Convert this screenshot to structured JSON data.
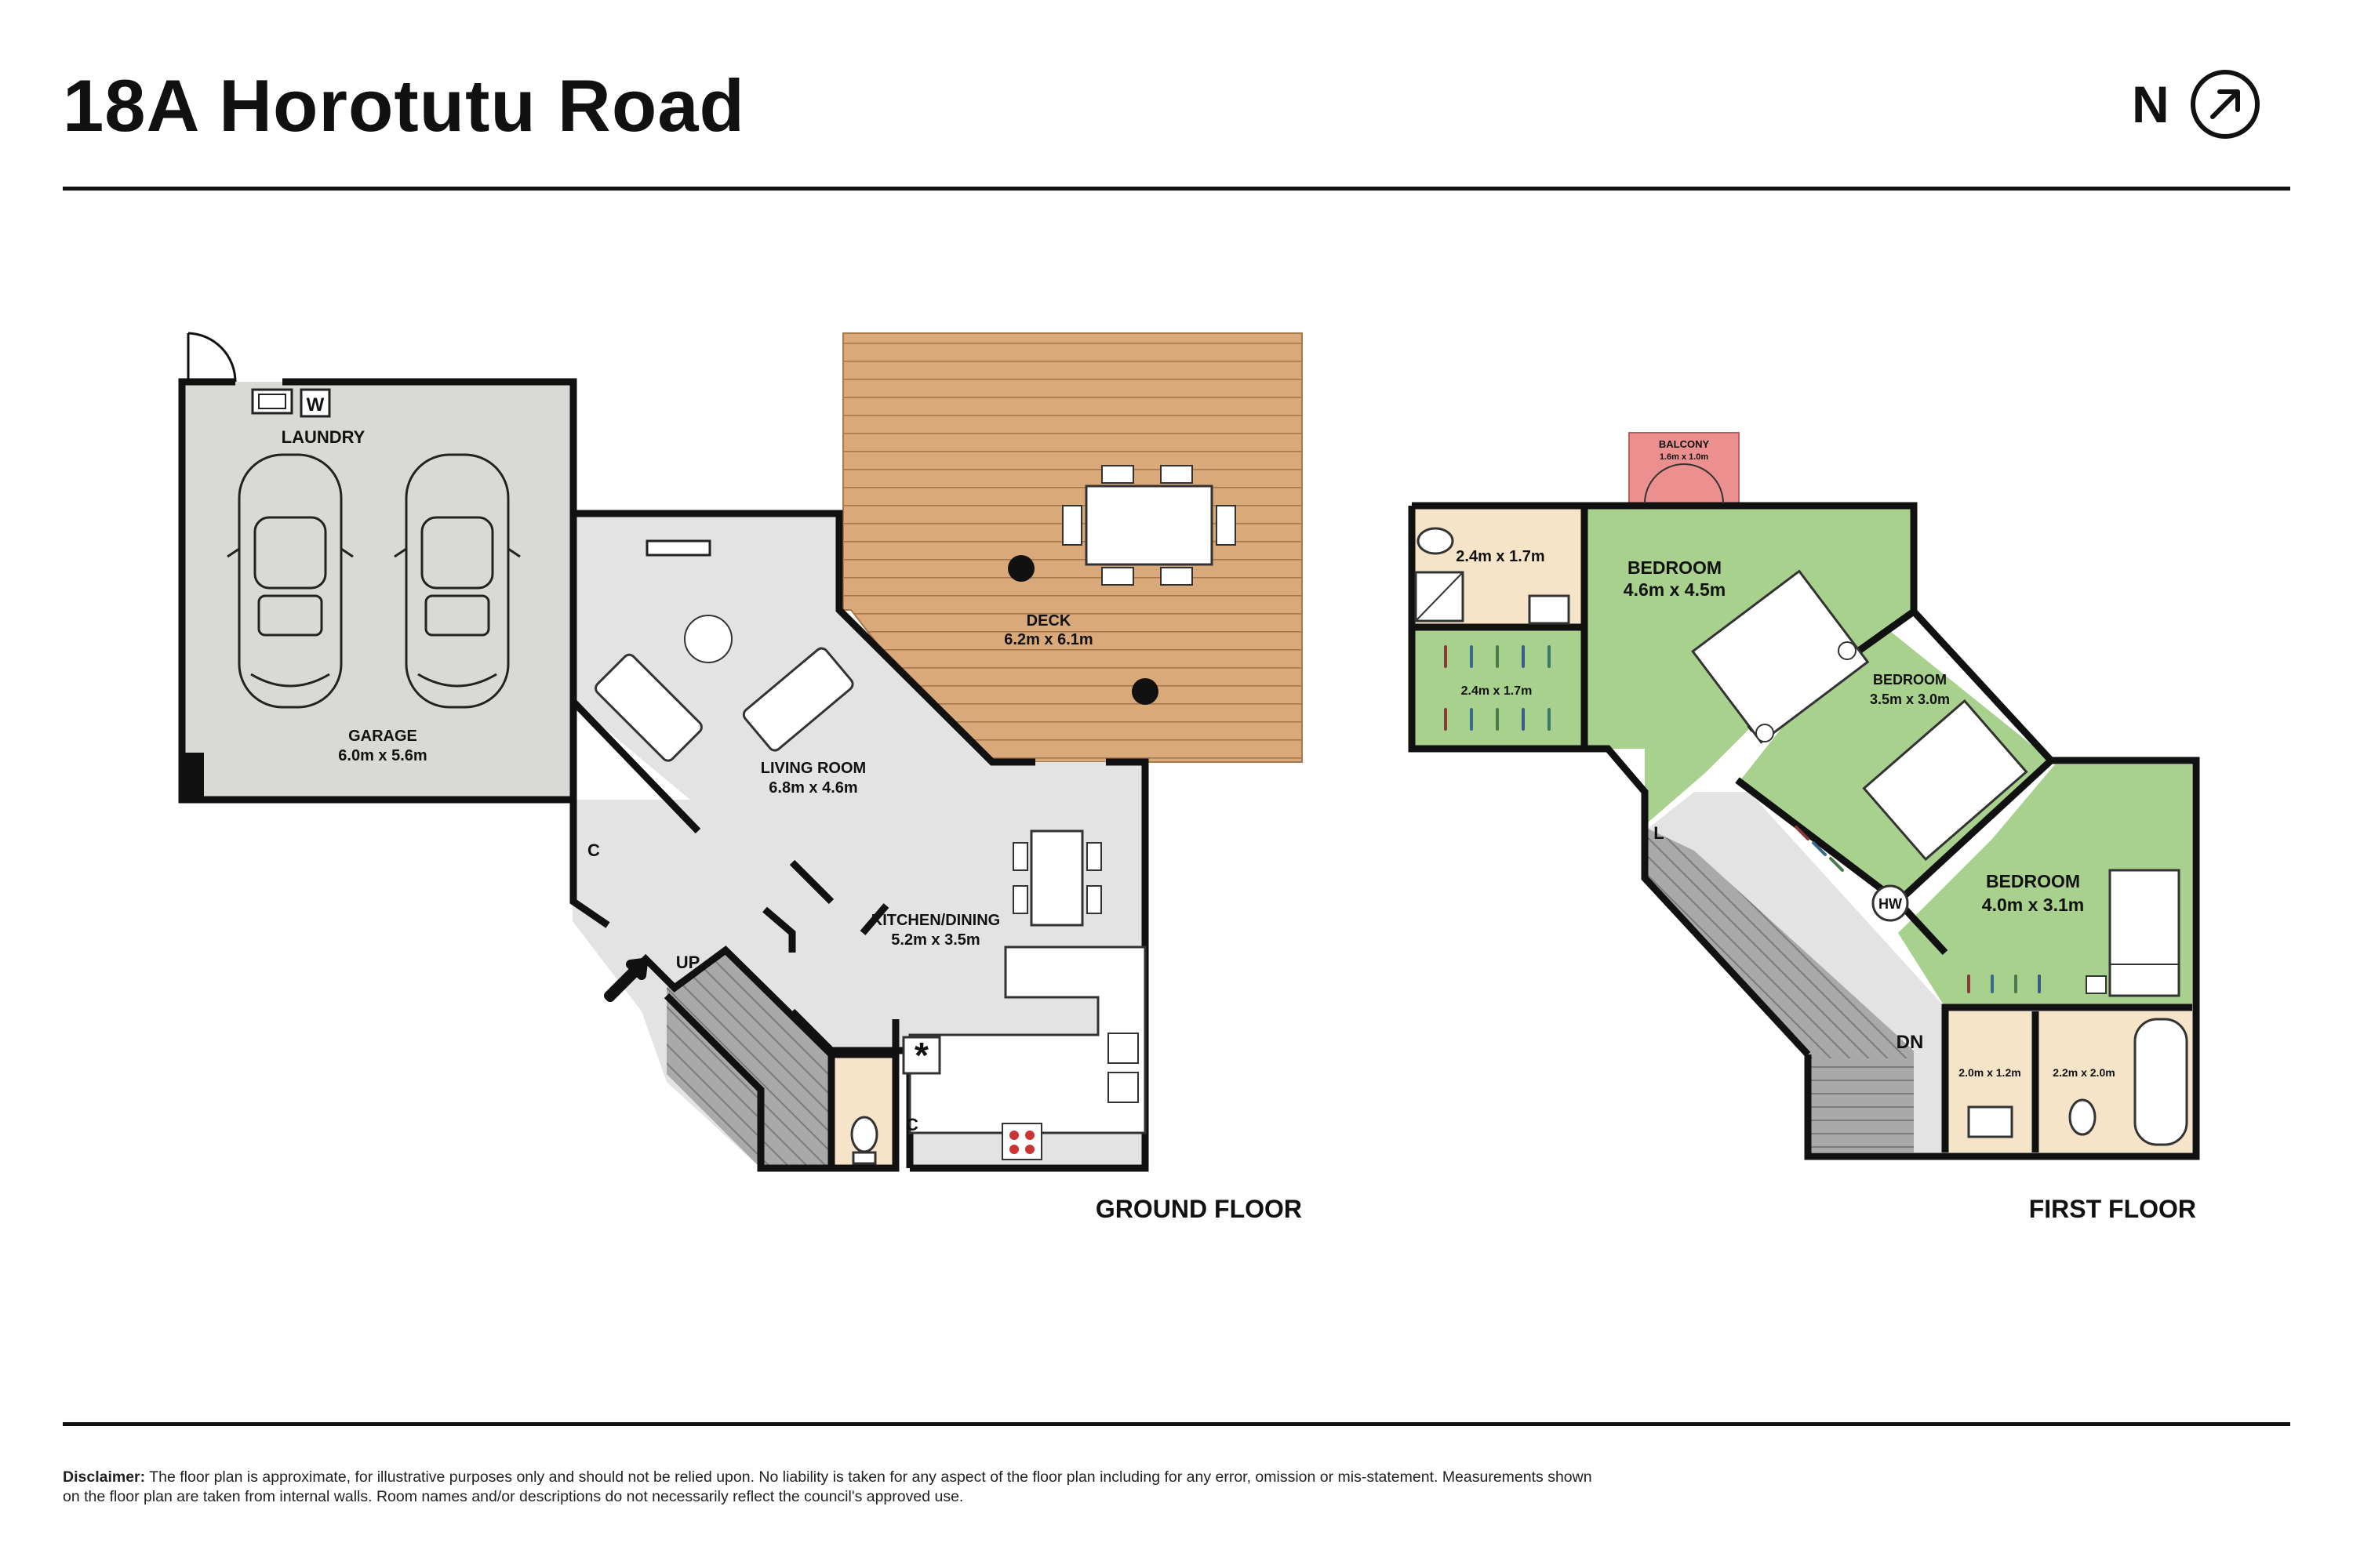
{
  "header": {
    "title": "18A Horotutu Road",
    "north_label": "N"
  },
  "colors": {
    "garage": "#d9dad5",
    "living": "#e3e3e3",
    "deck": "#d9a979",
    "bedroom": "#a9d18e",
    "bathroom": "#f6e4c9",
    "balcony": "#ec8f8f",
    "stairs": "#a9a9a9",
    "wall": "#111111"
  },
  "ground_floor": {
    "label": "GROUND FLOOR",
    "laundry": {
      "name": "LAUNDRY",
      "washer": "W"
    },
    "garage": {
      "name": "GARAGE",
      "size": "6.0m x 5.6m"
    },
    "deck": {
      "name": "DECK",
      "size": "6.2m x 6.1m"
    },
    "living": {
      "name": "LIVING ROOM",
      "size": "6.8m x 4.6m"
    },
    "kitchen": {
      "name": "KITCHEN/DINING",
      "size": "5.2m x 3.5m"
    },
    "cupboard_1": "C",
    "cupboard_2": "C",
    "stairs": "UP"
  },
  "first_floor": {
    "label": "FIRST FLOOR",
    "balcony": {
      "name": "BALCONY",
      "size": "1.6m x 1.0m"
    },
    "bathroom_1": {
      "size": "2.4m x 1.7m"
    },
    "wardrobe_1": {
      "size": "2.4m x 1.7m"
    },
    "bedroom_1": {
      "name": "BEDROOM",
      "size": "4.6m x 4.5m"
    },
    "bedroom_2": {
      "name": "BEDROOM",
      "size": "3.5m x 3.0m"
    },
    "bedroom_3": {
      "name": "BEDROOM",
      "size": "4.0m x 3.1m"
    },
    "bathroom_2": {
      "size": "2.0m x 1.2m"
    },
    "toilet": {
      "size": "2.2m x 2.0m"
    },
    "linen": "L",
    "hot_water": "HW",
    "stairs": "DN"
  },
  "disclaimer": {
    "label": "Disclaimer:",
    "text": "The floor plan is approximate, for illustrative purposes only and should not be relied upon. No liability is taken for any aspect of the floor plan including for any error, omission or mis-statement. Measurements shown on the floor plan are taken from internal walls. Room names and/or descriptions do not necessarily reflect the council's approved use."
  }
}
